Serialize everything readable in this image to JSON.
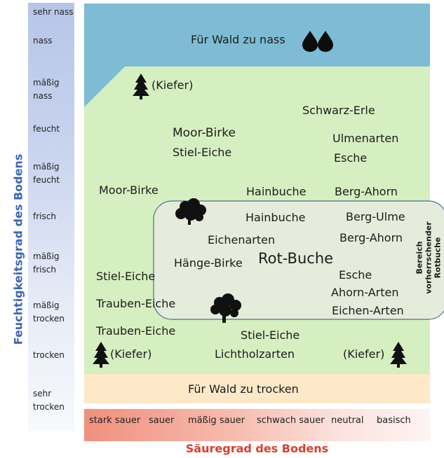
{
  "moisture_scale": {
    "title": "Feuchtigkeitsgrad des Bodens",
    "levels": [
      {
        "text": "sehr nass"
      },
      {
        "text": "nass"
      },
      {
        "text": "mäßig\nnass"
      },
      {
        "text": "feucht"
      },
      {
        "text": "mäßig\nfeucht"
      },
      {
        "text": "frisch"
      },
      {
        "text": "mäßig\nfrisch"
      },
      {
        "text": "mäßig\ntrocken"
      },
      {
        "text": "trocken"
      },
      {
        "text": "sehr\ntrocken"
      }
    ]
  },
  "acidity_scale": {
    "title": "Säuregrad des Bodens",
    "levels": [
      "stark sauer",
      "sauer",
      "mäßig sauer",
      "schwach sauer",
      "neutral",
      "basisch"
    ]
  },
  "zones": {
    "too_wet": "Für Wald zu nass",
    "too_dry": "Für Wald zu trocken",
    "rotbuche_zone": "Bereich vorherrschender Rotbuche"
  },
  "colors": {
    "wet": "#7dbcd4",
    "forest": "#d6efc0",
    "dry": "#fde9c8",
    "beech_zone": "#e9eedf",
    "moisture_title": "#3b66b6",
    "acidity_title": "#e03c2c"
  },
  "icons": [
    "water-drops-icon",
    "conifer-tree-icon",
    "deciduous-tree-icon",
    "sun-icon"
  ],
  "trees": {
    "kiefer_top": "(Kiefer)",
    "schwarz_erle": "Schwarz-Erle",
    "moor_birke_1": "Moor-Birke",
    "stiel_eiche_1": "Stiel-Eiche",
    "ulmenarten": "Ulmenarten",
    "esche_1": "Esche",
    "moor_birke_2": "Moor-Birke",
    "hainbuche_1": "Hainbuche",
    "berg_ahorn_1": "Berg-Ahorn",
    "hainbuche_2": "Hainbuche",
    "berg_ulme": "Berg-Ulme",
    "eichenarten": "Eichenarten",
    "berg_ahorn_2": "Berg-Ahorn",
    "haenge_birke": "Hänge-Birke",
    "rot_buche": "Rot-Buche",
    "esche_2": "Esche",
    "stiel_eiche_2": "Stiel-Eiche",
    "ahorn_arten": "Ahorn-Arten",
    "trauben_eiche_1": "Trauben-Eiche",
    "eichen_arten": "Eichen-Arten",
    "trauben_eiche_2": "Trauben-Eiche",
    "stiel_eiche_3": "Stiel-Eiche",
    "kiefer_bottom_left": "(Kiefer)",
    "lichtholzarten": "Lichtholzarten",
    "kiefer_bottom_right": "(Kiefer)"
  }
}
